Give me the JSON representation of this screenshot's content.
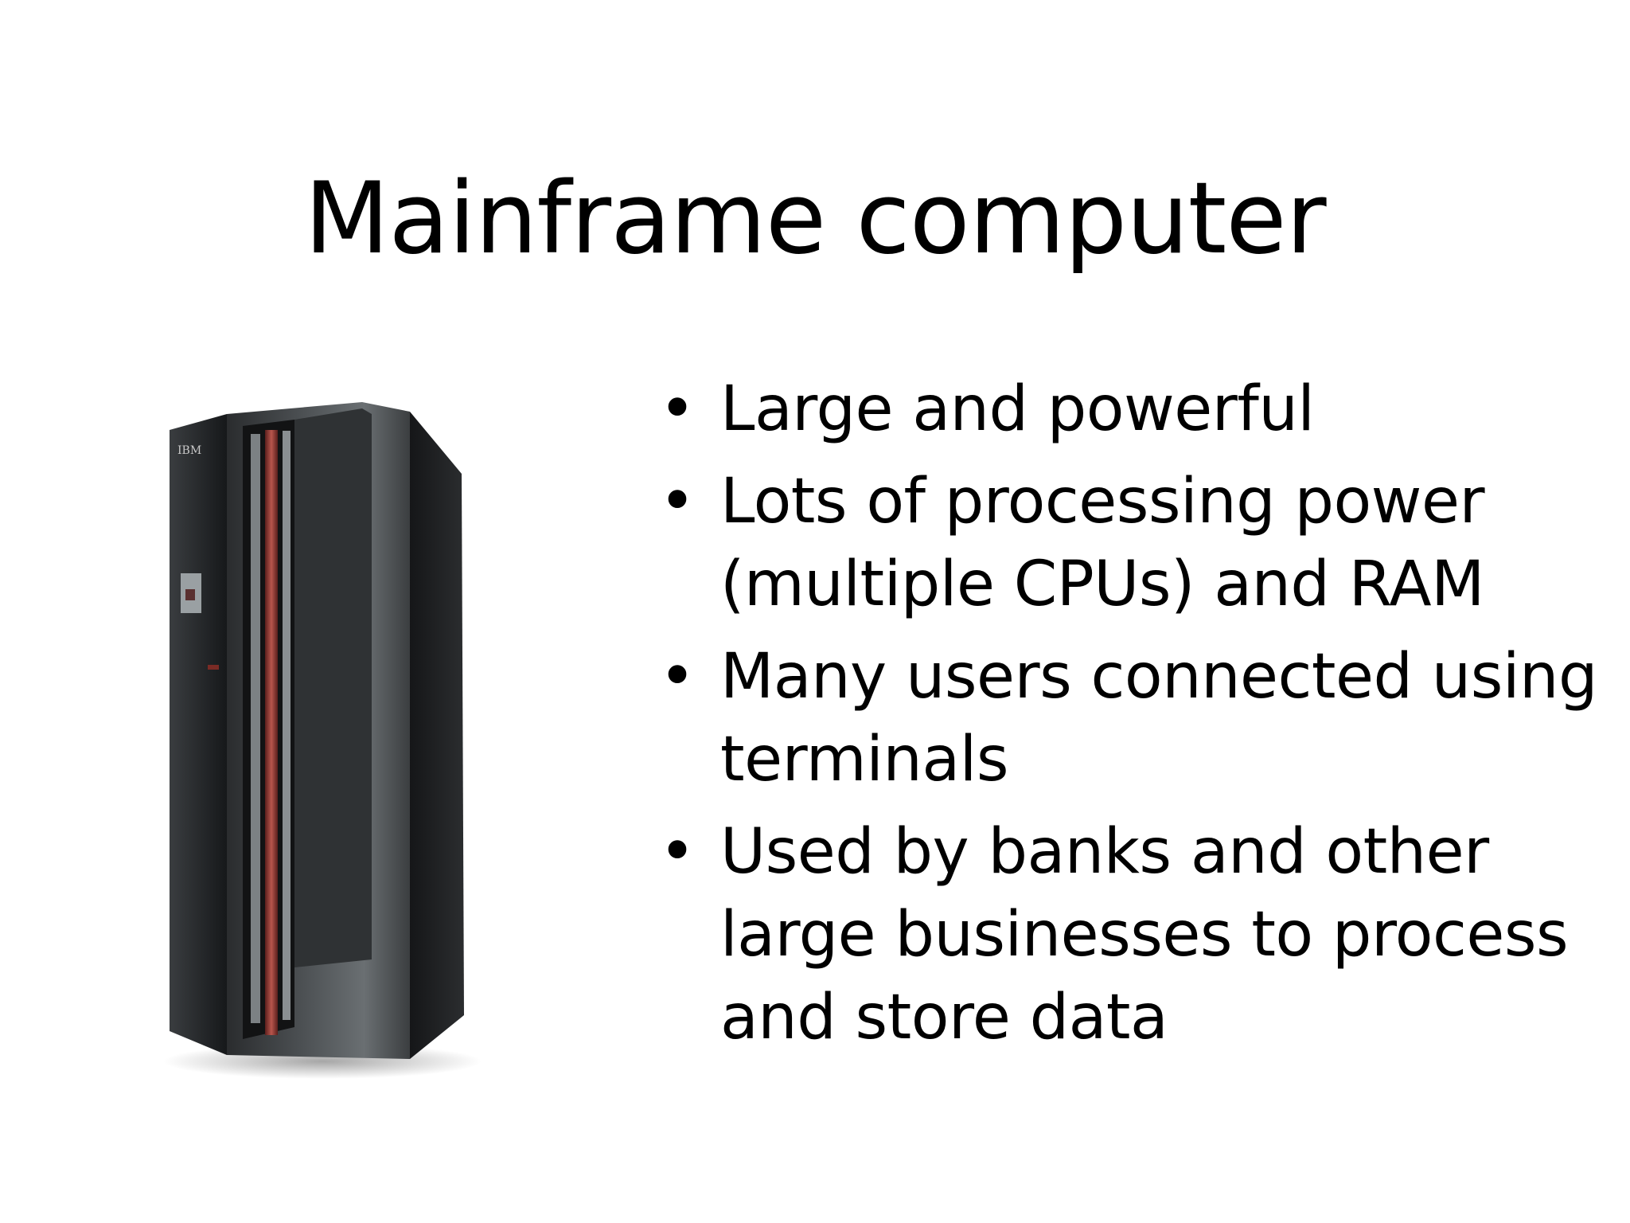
{
  "slide": {
    "title": "Mainframe computer",
    "bullet_symbol": "•",
    "bullets": [
      {
        "lines": [
          "Large and powerful"
        ]
      },
      {
        "lines": [
          "Lots of processing power",
          "(multiple CPUs) and RAM"
        ]
      },
      {
        "lines": [
          "Many users connected using",
          "terminals"
        ]
      },
      {
        "lines": [
          "Used by banks and other",
          "large businesses to process",
          "and store data"
        ]
      }
    ],
    "image": {
      "logo_text": "IBM",
      "icon": "mainframe-cabinet-image"
    }
  },
  "colors": {
    "background": "#ffffff",
    "text": "#000000",
    "cabinet_dark": "#1f2123",
    "cabinet_light": "#5d6265",
    "accent_red": "#9b3a34"
  }
}
